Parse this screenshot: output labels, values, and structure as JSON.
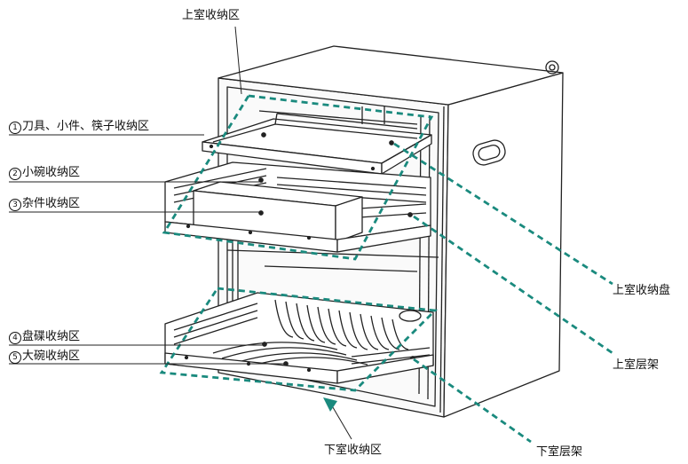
{
  "colors": {
    "accent": "#1a8a7e",
    "line": "#222222",
    "text": "#111111"
  },
  "labels": {
    "upper_zone": "上室收纳区",
    "zone1_num": "1",
    "zone1_text": "刀具、小件、筷子收纳区",
    "zone2_num": "2",
    "zone2_text": "小碗收纳区",
    "zone3_num": "3",
    "zone3_text": "杂件收纳区",
    "zone4_num": "4",
    "zone4_text": "盘碟收纳区",
    "zone5_num": "5",
    "zone5_text": "大碗收纳区",
    "upper_tray": "上室收纳盘",
    "upper_rack": "上室层架",
    "lower_zone": "下室收纳区",
    "lower_rack": "下室层架"
  }
}
